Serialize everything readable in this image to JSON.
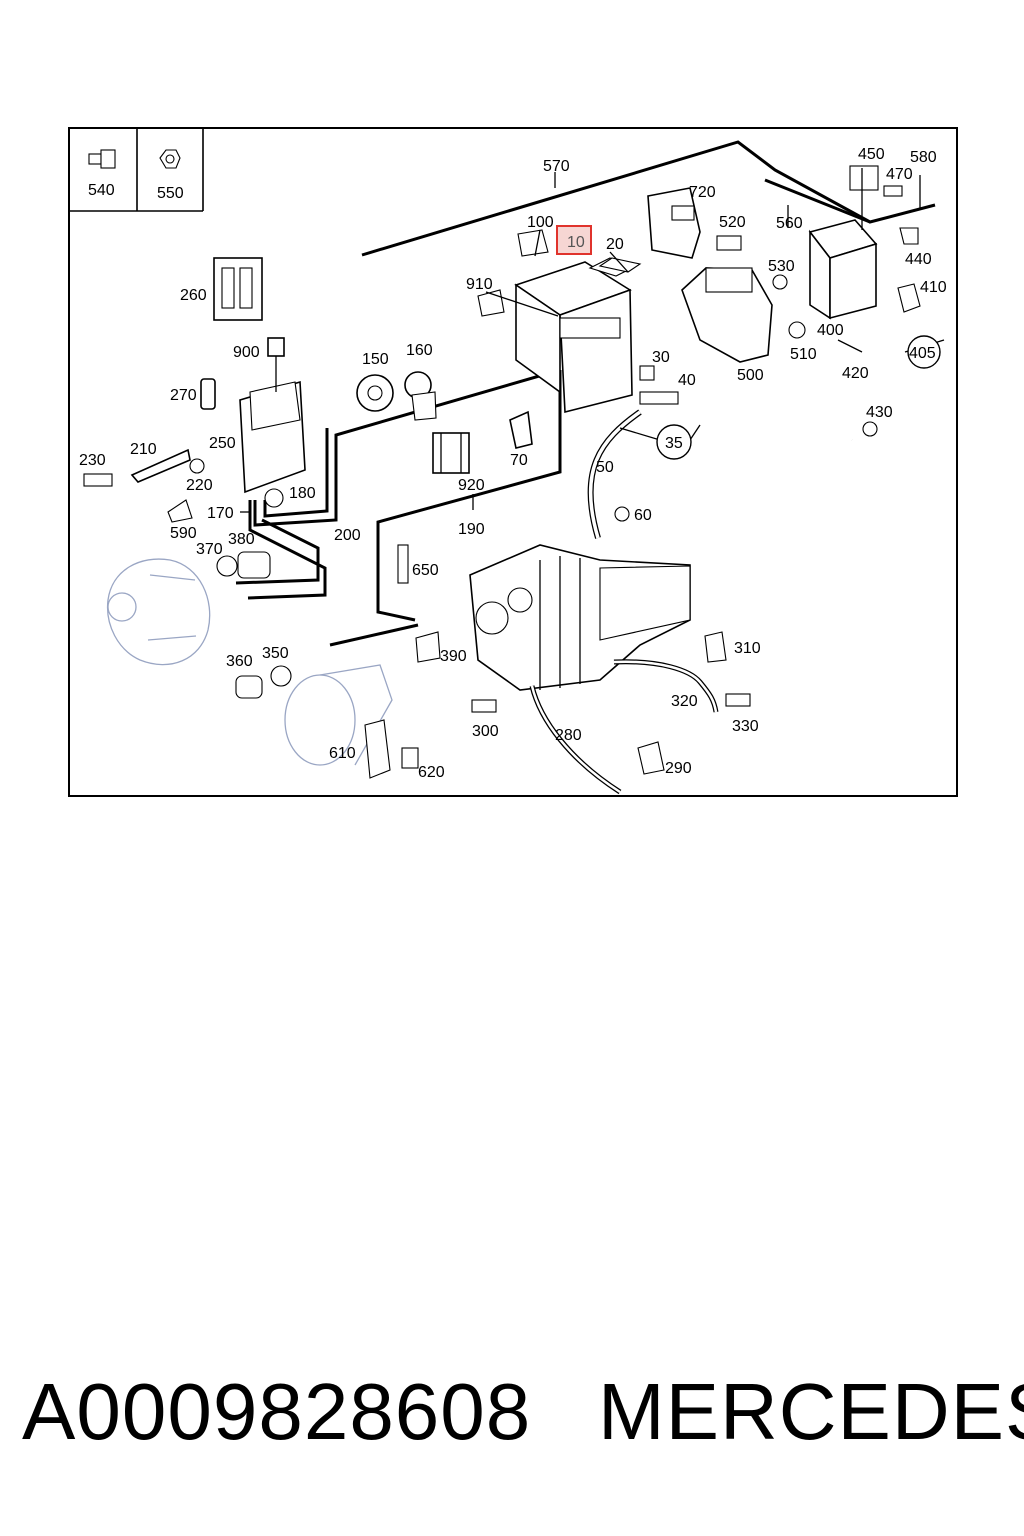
{
  "diagram": {
    "highlighted_callout": "10",
    "highlight_color": "#e0332c",
    "highlight_fill": "#f6d6d3",
    "legend": [
      {
        "label": "540",
        "icon": "bolt-icon"
      },
      {
        "label": "550",
        "icon": "nut-icon"
      }
    ],
    "callouts": [
      "570",
      "100",
      "10",
      "20",
      "720",
      "520",
      "560",
      "450",
      "470",
      "580",
      "440",
      "410",
      "910",
      "260",
      "900",
      "150",
      "160",
      "30",
      "40",
      "530",
      "400",
      "510",
      "405",
      "500",
      "420",
      "270",
      "250",
      "230",
      "210",
      "220",
      "180",
      "170",
      "590",
      "70",
      "920",
      "190",
      "35",
      "50",
      "60",
      "430",
      "200",
      "370",
      "380",
      "650",
      "360",
      "350",
      "390",
      "310",
      "320",
      "330",
      "300",
      "280",
      "290",
      "610",
      "620"
    ]
  },
  "caption": {
    "part_number": "A0009828608",
    "brand": "MERCEDES"
  }
}
